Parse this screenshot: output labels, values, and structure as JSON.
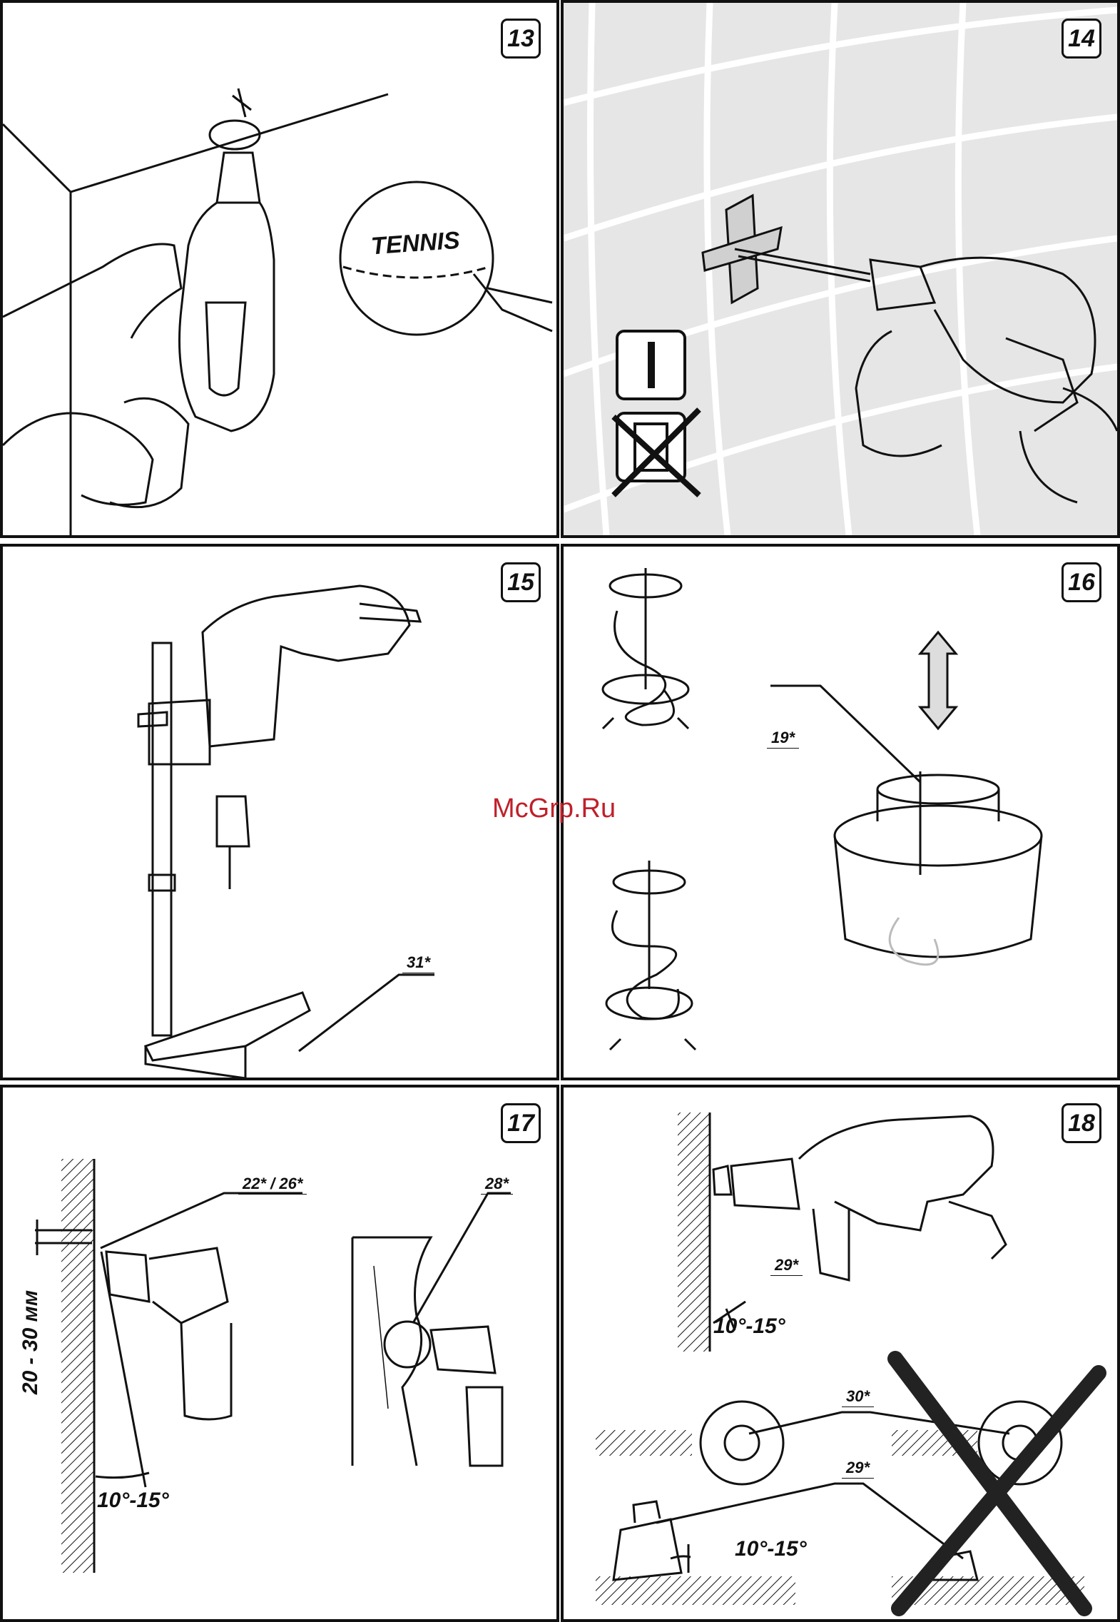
{
  "panels": [
    {
      "number": "13",
      "text": "TENNIS"
    },
    {
      "number": "14"
    },
    {
      "number": "15",
      "labels": [
        "31*"
      ]
    },
    {
      "number": "16",
      "labels": [
        "19*"
      ]
    },
    {
      "number": "17",
      "labels": [
        "22* / 26*",
        "28*",
        "20 - 30 мм",
        "10°-15°"
      ]
    },
    {
      "number": "18",
      "labels": [
        "29*",
        "10°-15°",
        "30*",
        "29*",
        "10°-15°"
      ]
    }
  ],
  "watermark": "McGrp.Ru",
  "colors": {
    "line": "#111111",
    "tile_bg": "#e6e6e6",
    "watermark": "#c0202a"
  }
}
